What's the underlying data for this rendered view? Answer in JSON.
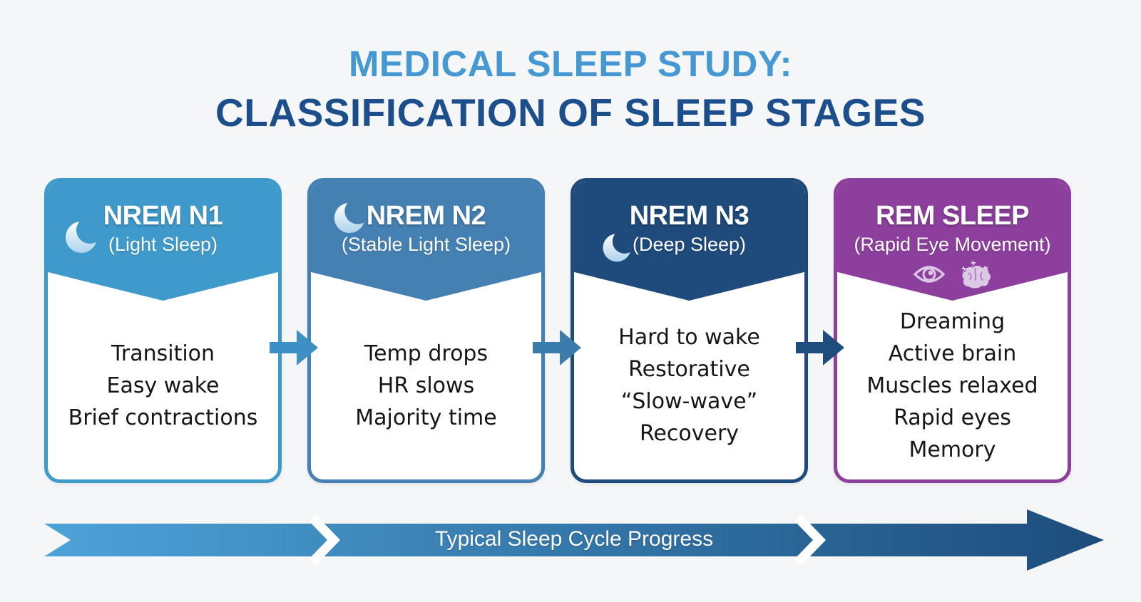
{
  "title": {
    "line1": "MEDICAL SLEEP STUDY:",
    "line2": "CLASSIFICATION OF SLEEP STAGES"
  },
  "colors": {
    "background": "#f5f6f7",
    "title_line1": "#4598d2",
    "title_line2": "#1d4e8c",
    "body_text": "#161616",
    "banner_text": "#ffffff",
    "banner_start": "#4da3d8",
    "banner_end": "#1c4c7c",
    "moon_top": "#ffffff",
    "moon_bottom": "#aed3ec",
    "rem_icon": "#dcc9e6"
  },
  "stages": [
    {
      "title": "NREM N1",
      "subtitle": "(Light Sleep)",
      "color": "#3f9acc",
      "icons": [
        "moon-icon"
      ],
      "points": [
        "Transition",
        "Easy wake",
        "Brief contractions"
      ]
    },
    {
      "title": "NREM N2",
      "subtitle": "(Stable Light Sleep)",
      "color": "#4580b3",
      "icons": [
        "moon-icon"
      ],
      "points": [
        "Temp drops",
        "HR slows",
        "Majority time"
      ]
    },
    {
      "title": "NREM N3",
      "subtitle": "(Deep Sleep)",
      "color": "#1e4a7c",
      "icons": [
        "moon-icon"
      ],
      "points": [
        "Hard to wake",
        "Restorative",
        "“Slow-wave”",
        "Recovery"
      ]
    },
    {
      "title": "REM SLEEP",
      "subtitle": "(Rapid Eye Movement)",
      "color": "#8d3f9d",
      "icons": [
        "eye-icon",
        "brain-icon"
      ],
      "points": [
        "Dreaming",
        "Active brain",
        "Muscles relaxed",
        "Rapid eyes",
        "Memory"
      ]
    }
  ],
  "flow_arrows": [
    "#3d8fc4",
    "#3a7cab",
    "#1f4e7e"
  ],
  "banner": {
    "label": "Typical Sleep Cycle Progress"
  }
}
